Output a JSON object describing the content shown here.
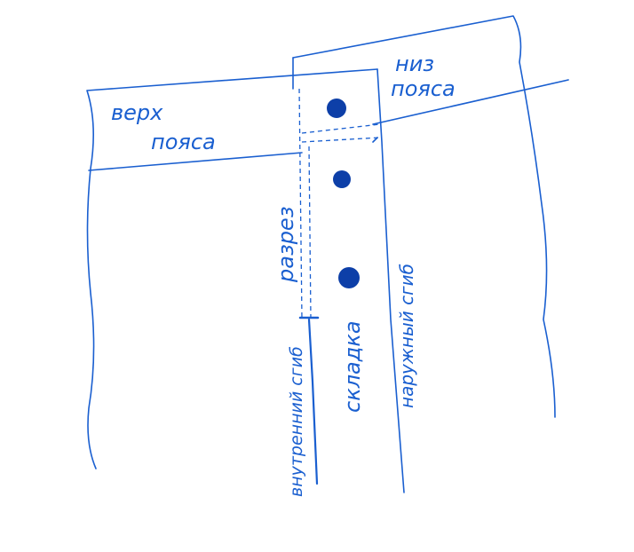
{
  "labels": {
    "waistband_top": [
      "верх",
      "пояса"
    ],
    "waistband_bottom": [
      "низ",
      "пояса"
    ],
    "slit": "разрез",
    "pleat": "складка",
    "outer_fold": "наружный сгиб",
    "inner_fold": "внутренний сгиб"
  },
  "colors": {
    "ink": "#1a5fd0",
    "button": "#0d3fa8"
  }
}
